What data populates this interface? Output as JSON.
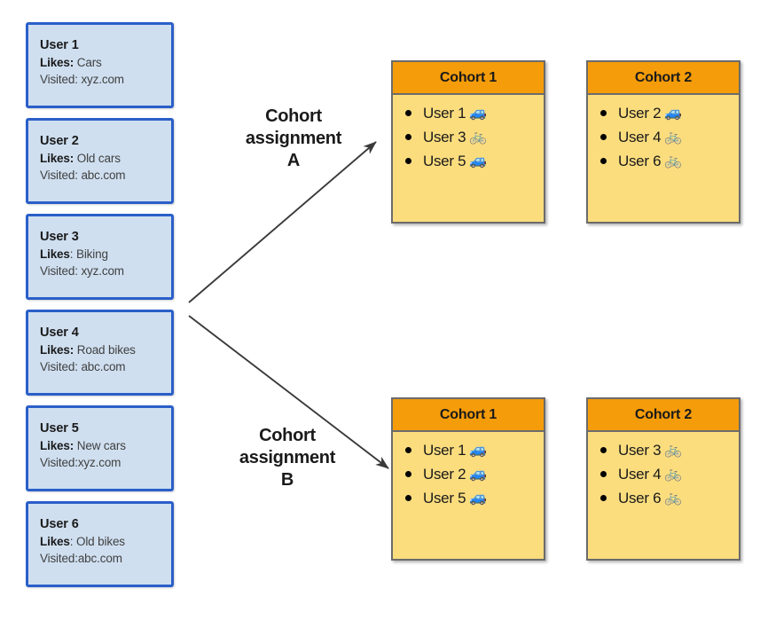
{
  "colors": {
    "user_card_fill": "#cfdff0",
    "user_card_border": "#2a5fc9",
    "cohort_header_fill": "#f59c0a",
    "cohort_body_fill": "#fbdd7e",
    "cohort_border": "#6b6b6b",
    "arrow": "#3a3a3a",
    "background": "#ffffff"
  },
  "users": [
    {
      "name": "User 1",
      "likes_label": "Likes:",
      "likes_value": "Cars",
      "visited_label": "Visited:",
      "visited_value": "xyz.com"
    },
    {
      "name": "User 2",
      "likes_label": "Likes:",
      "likes_value": "Old cars",
      "visited_label": "Visited:",
      "visited_value": "abc.com"
    },
    {
      "name": "User 3",
      "likes_label": "Likes",
      "likes_value": ": Biking",
      "visited_label": "Visited:",
      "visited_value": "xyz.com"
    },
    {
      "name": "User 4",
      "likes_label": "Likes:",
      "likes_value": "Road bikes",
      "visited_label": "Visited:",
      "visited_value": "abc.com"
    },
    {
      "name": "User 5",
      "likes_label": "Likes:",
      "likes_value": "New cars",
      "visited_label": "Visited:",
      "visited_value": "xyz.com"
    },
    {
      "name": "User 6",
      "likes_label": "Likes",
      "likes_value": ": Old bikes",
      "visited_label": "Visited:",
      "visited_value": "abc.com"
    }
  ],
  "assignments": [
    {
      "id": "A",
      "label_line1": "Cohort",
      "label_line2": "assignment",
      "label_line3": "A",
      "cohorts": [
        {
          "title": "Cohort 1",
          "members": [
            {
              "label": "User 1",
              "icon": "car-icon",
              "glyph": "🚙"
            },
            {
              "label": "User 3",
              "icon": "bicycle-icon",
              "glyph": "🚲"
            },
            {
              "label": "User 5",
              "icon": "car-icon",
              "glyph": "🚙"
            }
          ]
        },
        {
          "title": "Cohort 2",
          "members": [
            {
              "label": "User 2",
              "icon": "car-icon",
              "glyph": "🚙"
            },
            {
              "label": "User 4",
              "icon": "bicycle-icon",
              "glyph": "🚲"
            },
            {
              "label": "User 6",
              "icon": "bicycle-icon",
              "glyph": "🚲"
            }
          ]
        }
      ]
    },
    {
      "id": "B",
      "label_line1": "Cohort",
      "label_line2": "assignment",
      "label_line3": "B",
      "cohorts": [
        {
          "title": "Cohort 1",
          "members": [
            {
              "label": "User 1",
              "icon": "car-icon",
              "glyph": "🚙"
            },
            {
              "label": "User 2",
              "icon": "car-icon",
              "glyph": "🚙"
            },
            {
              "label": "User 5",
              "icon": "car-icon",
              "glyph": "🚙"
            }
          ]
        },
        {
          "title": "Cohort 2",
          "members": [
            {
              "label": "User 3",
              "icon": "bicycle-icon",
              "glyph": "🚲"
            },
            {
              "label": "User 4",
              "icon": "bicycle-icon",
              "glyph": "🚲"
            },
            {
              "label": "User 6",
              "icon": "bicycle-icon",
              "glyph": "🚲"
            }
          ]
        }
      ]
    }
  ]
}
